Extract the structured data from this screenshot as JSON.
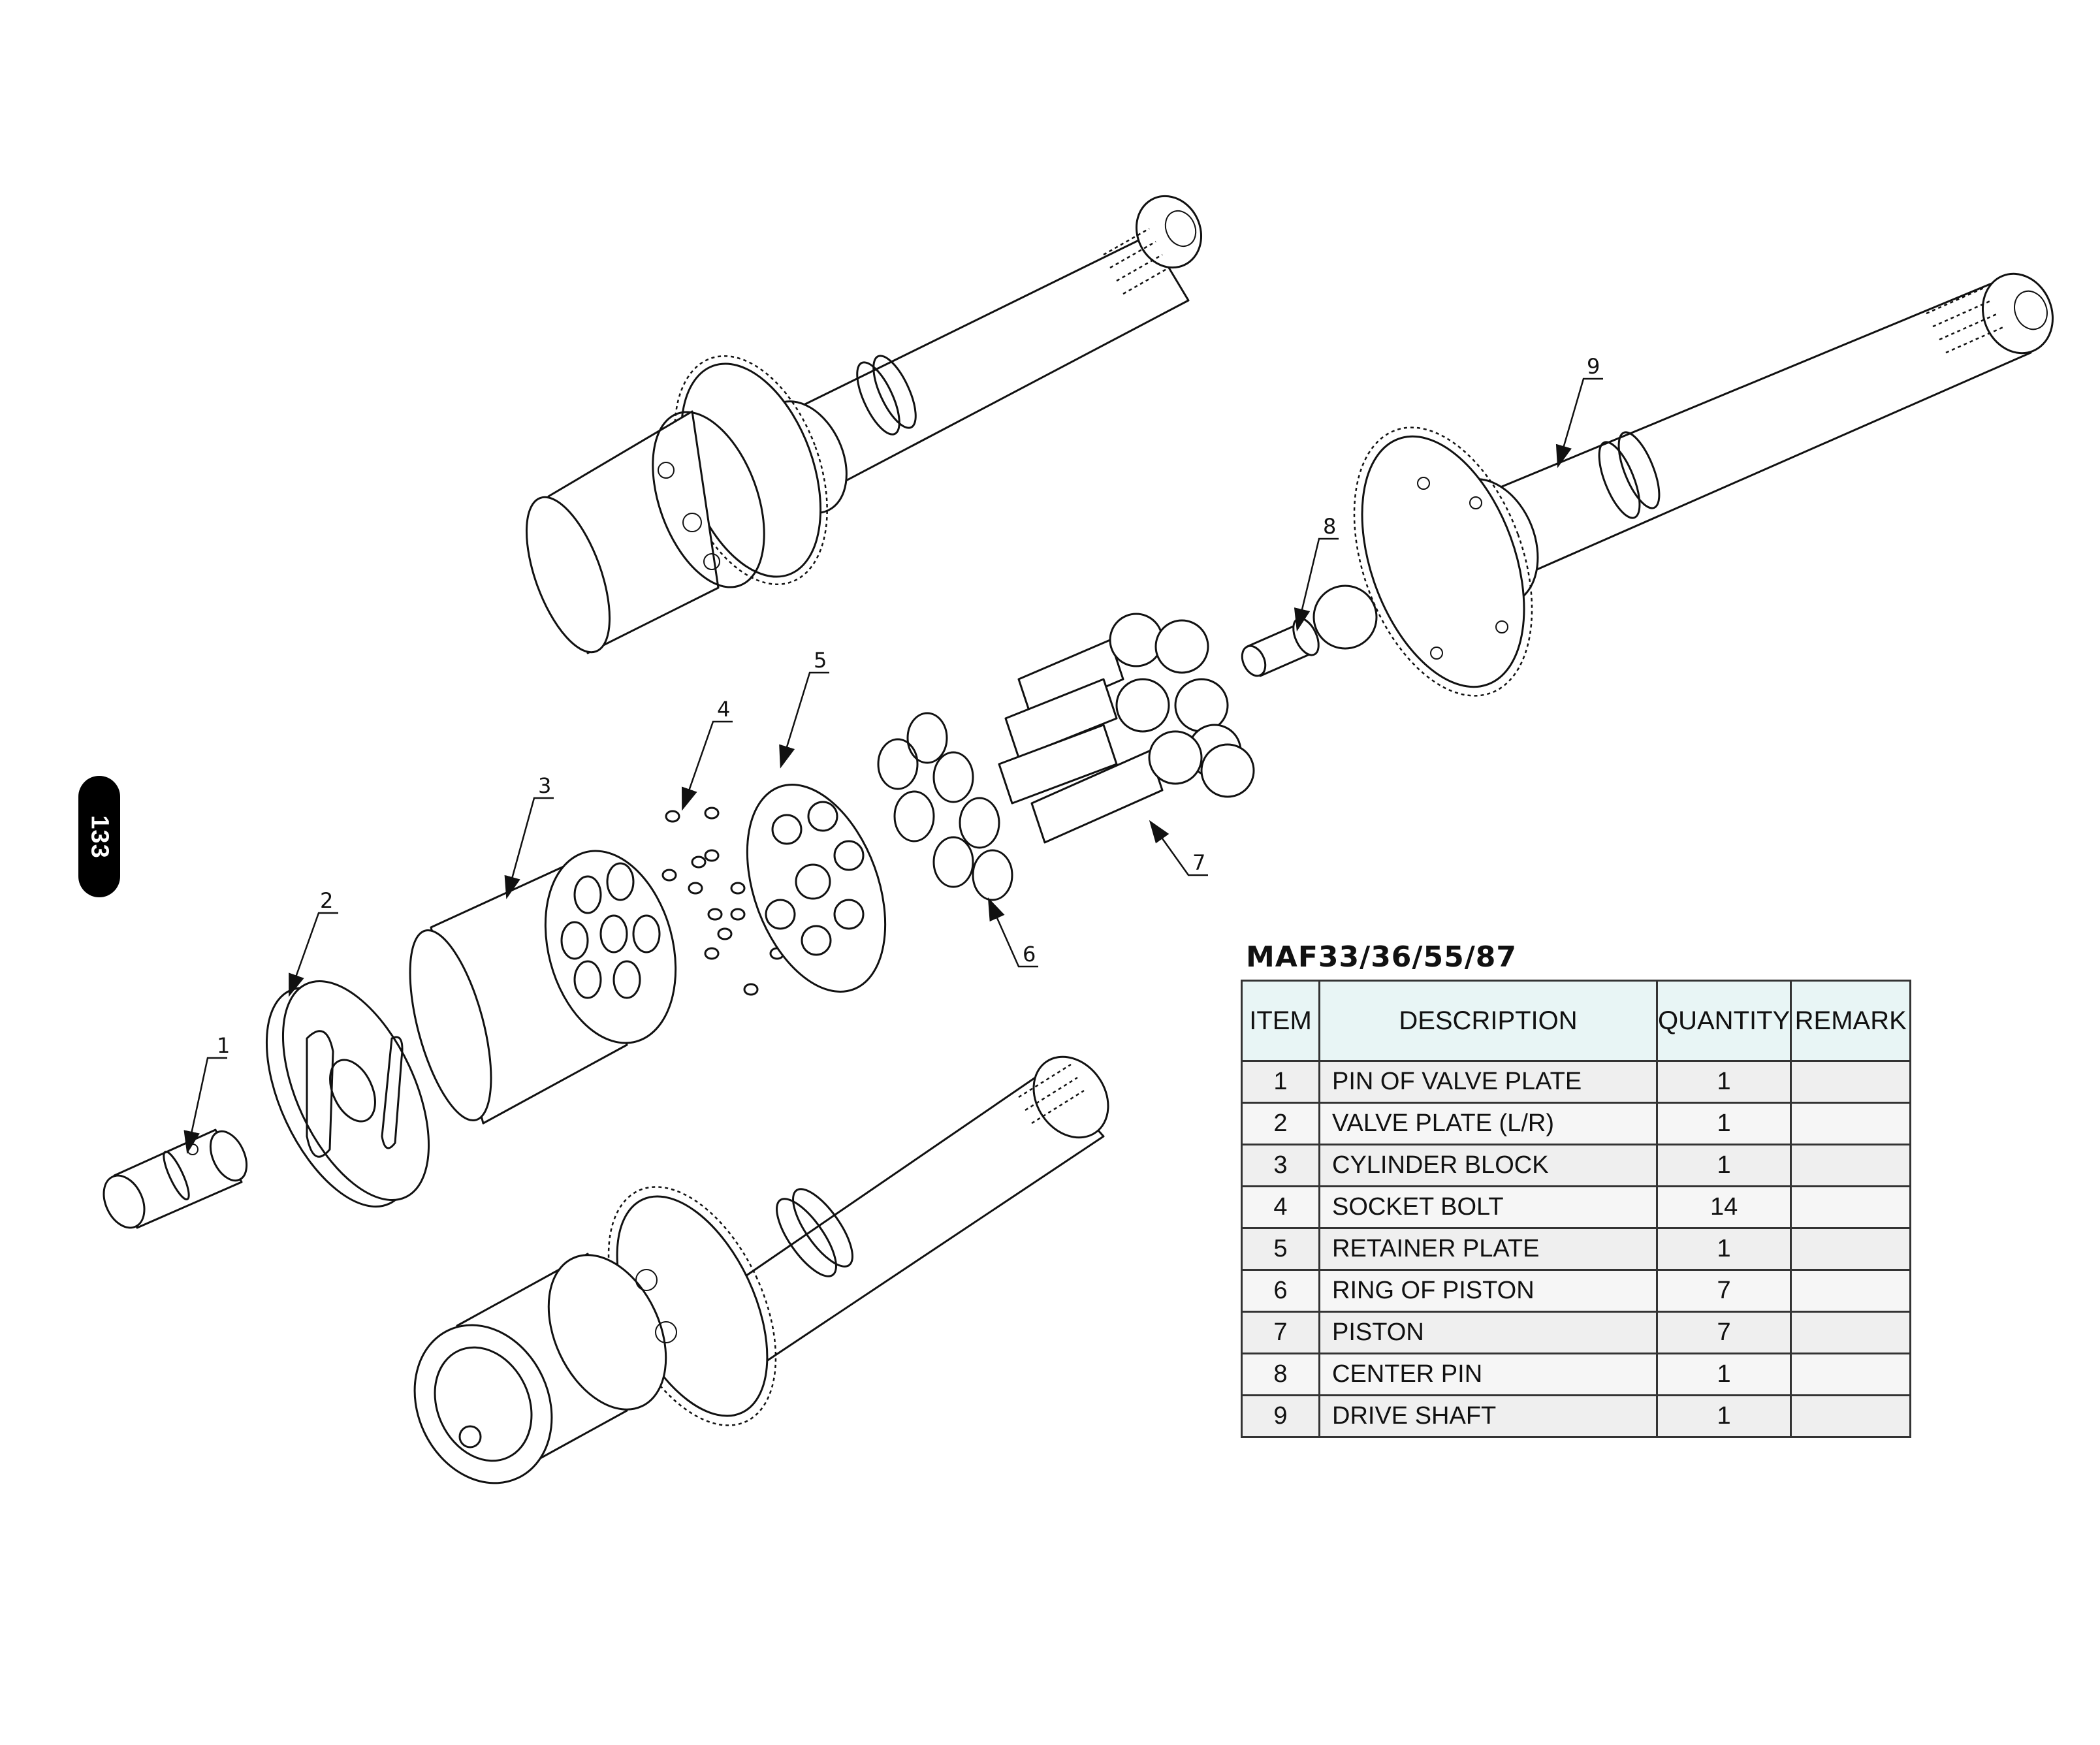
{
  "page_number": "133",
  "callouts": [
    "1",
    "2",
    "3",
    "4",
    "5",
    "6",
    "7",
    "8",
    "9"
  ],
  "table": {
    "title": "MAF33/36/55/87",
    "headers": {
      "item": "ITEM",
      "description": "DESCRIPTION",
      "quantity": "QUANTITY",
      "remark": "REMARK"
    },
    "rows": [
      {
        "item": "1",
        "description": "PIN OF VALVE PLATE",
        "quantity": "1",
        "remark": ""
      },
      {
        "item": "2",
        "description": "VALVE  PLATE (L/R)",
        "quantity": "1",
        "remark": ""
      },
      {
        "item": "3",
        "description": "CYLINDER  BLOCK",
        "quantity": "1",
        "remark": ""
      },
      {
        "item": "4",
        "description": "SOCKET BOLT",
        "quantity": "14",
        "remark": ""
      },
      {
        "item": "5",
        "description": "RETAINER PLATE",
        "quantity": "1",
        "remark": ""
      },
      {
        "item": "6",
        "description": "RING OF PISTON",
        "quantity": "7",
        "remark": ""
      },
      {
        "item": "7",
        "description": "PISTON",
        "quantity": "7",
        "remark": ""
      },
      {
        "item": "8",
        "description": "CENTER PIN",
        "quantity": "1",
        "remark": ""
      },
      {
        "item": "9",
        "description": "DRIVE SHAFT",
        "quantity": "1",
        "remark": ""
      }
    ]
  },
  "colors": {
    "line": "#111111",
    "table_header_bg": "#e8f5f5",
    "table_row_bg": "#efefef",
    "badge_bg": "#000000"
  }
}
